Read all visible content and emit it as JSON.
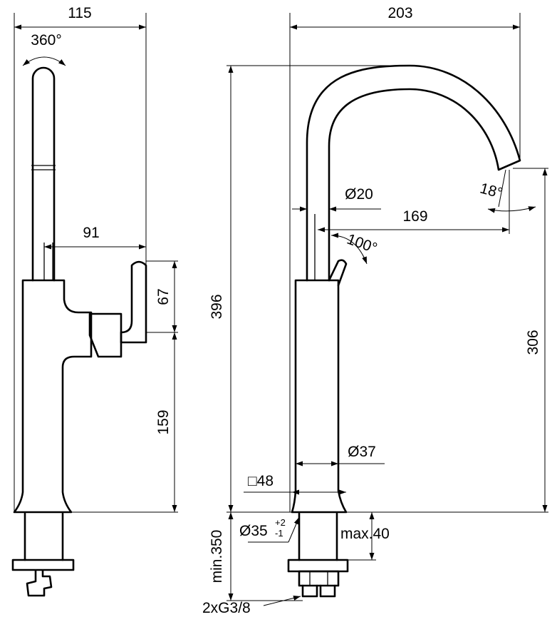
{
  "drawing": {
    "side_view": {
      "width_overall": "115",
      "rotation": "360°",
      "spout_reach": "91",
      "lever_height": "67",
      "body_height": "159"
    },
    "front_view": {
      "width_overall": "203",
      "total_height": "396",
      "spout_diameter": "Ø20",
      "spout_angle": "18°",
      "outlet_reach": "169",
      "lever_angle": "100°",
      "outlet_height": "306",
      "body_diameter": "Ø37",
      "base_square": "□48",
      "hole_diameter": "Ø35",
      "hole_tol_upper": "+2",
      "hole_tol_lower": "-1",
      "deck_thickness": "max.40",
      "hose_length": "min.350",
      "connections": "2xG3/8"
    }
  }
}
